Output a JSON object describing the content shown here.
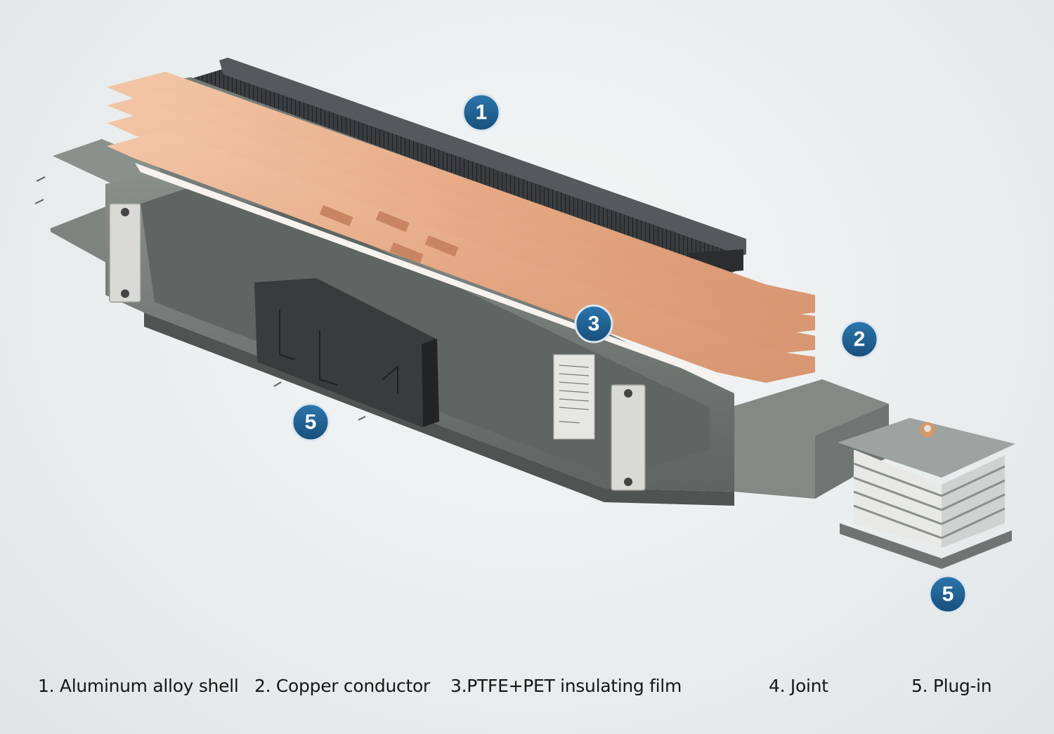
{
  "markers": [
    {
      "id": "m1",
      "label": "1"
    },
    {
      "id": "m2",
      "label": "2"
    },
    {
      "id": "m3",
      "label": "3"
    },
    {
      "id": "m5a",
      "label": "5"
    },
    {
      "id": "m5b",
      "label": "5"
    }
  ],
  "legend": [
    {
      "label": "1. Aluminum alloy shell"
    },
    {
      "label": "2. Copper conductor"
    },
    {
      "label": "3.PTFE+PET insulating film"
    },
    {
      "label": "4. Joint"
    },
    {
      "label": "5. Plug-in"
    }
  ],
  "colors": {
    "marker_fill": "#1f5f8f",
    "copper": "#e8b190",
    "shell": "#707772",
    "heatsink": "#3c3f41"
  }
}
